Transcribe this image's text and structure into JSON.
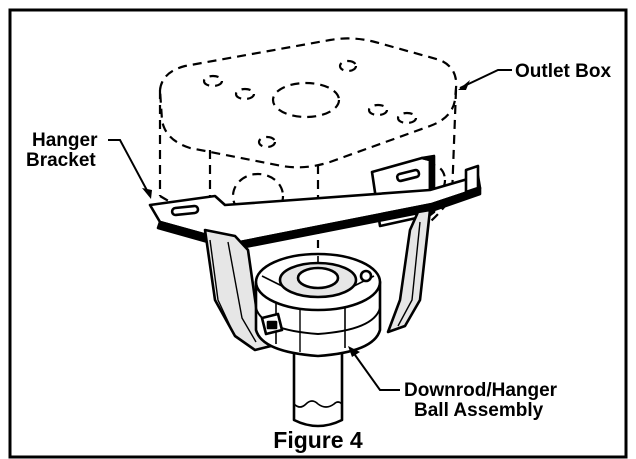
{
  "figure": {
    "caption": "Figure 4",
    "callouts": {
      "outlet_box": "Outlet Box",
      "hanger_bracket_line1": "Hanger",
      "hanger_bracket_line2": "Bracket",
      "downrod_line1": "Downrod/Hanger",
      "downrod_line2": "Ball Assembly"
    }
  },
  "colors": {
    "ink": "#000000",
    "paper": "#ffffff",
    "shade": "#e6e6e6"
  }
}
